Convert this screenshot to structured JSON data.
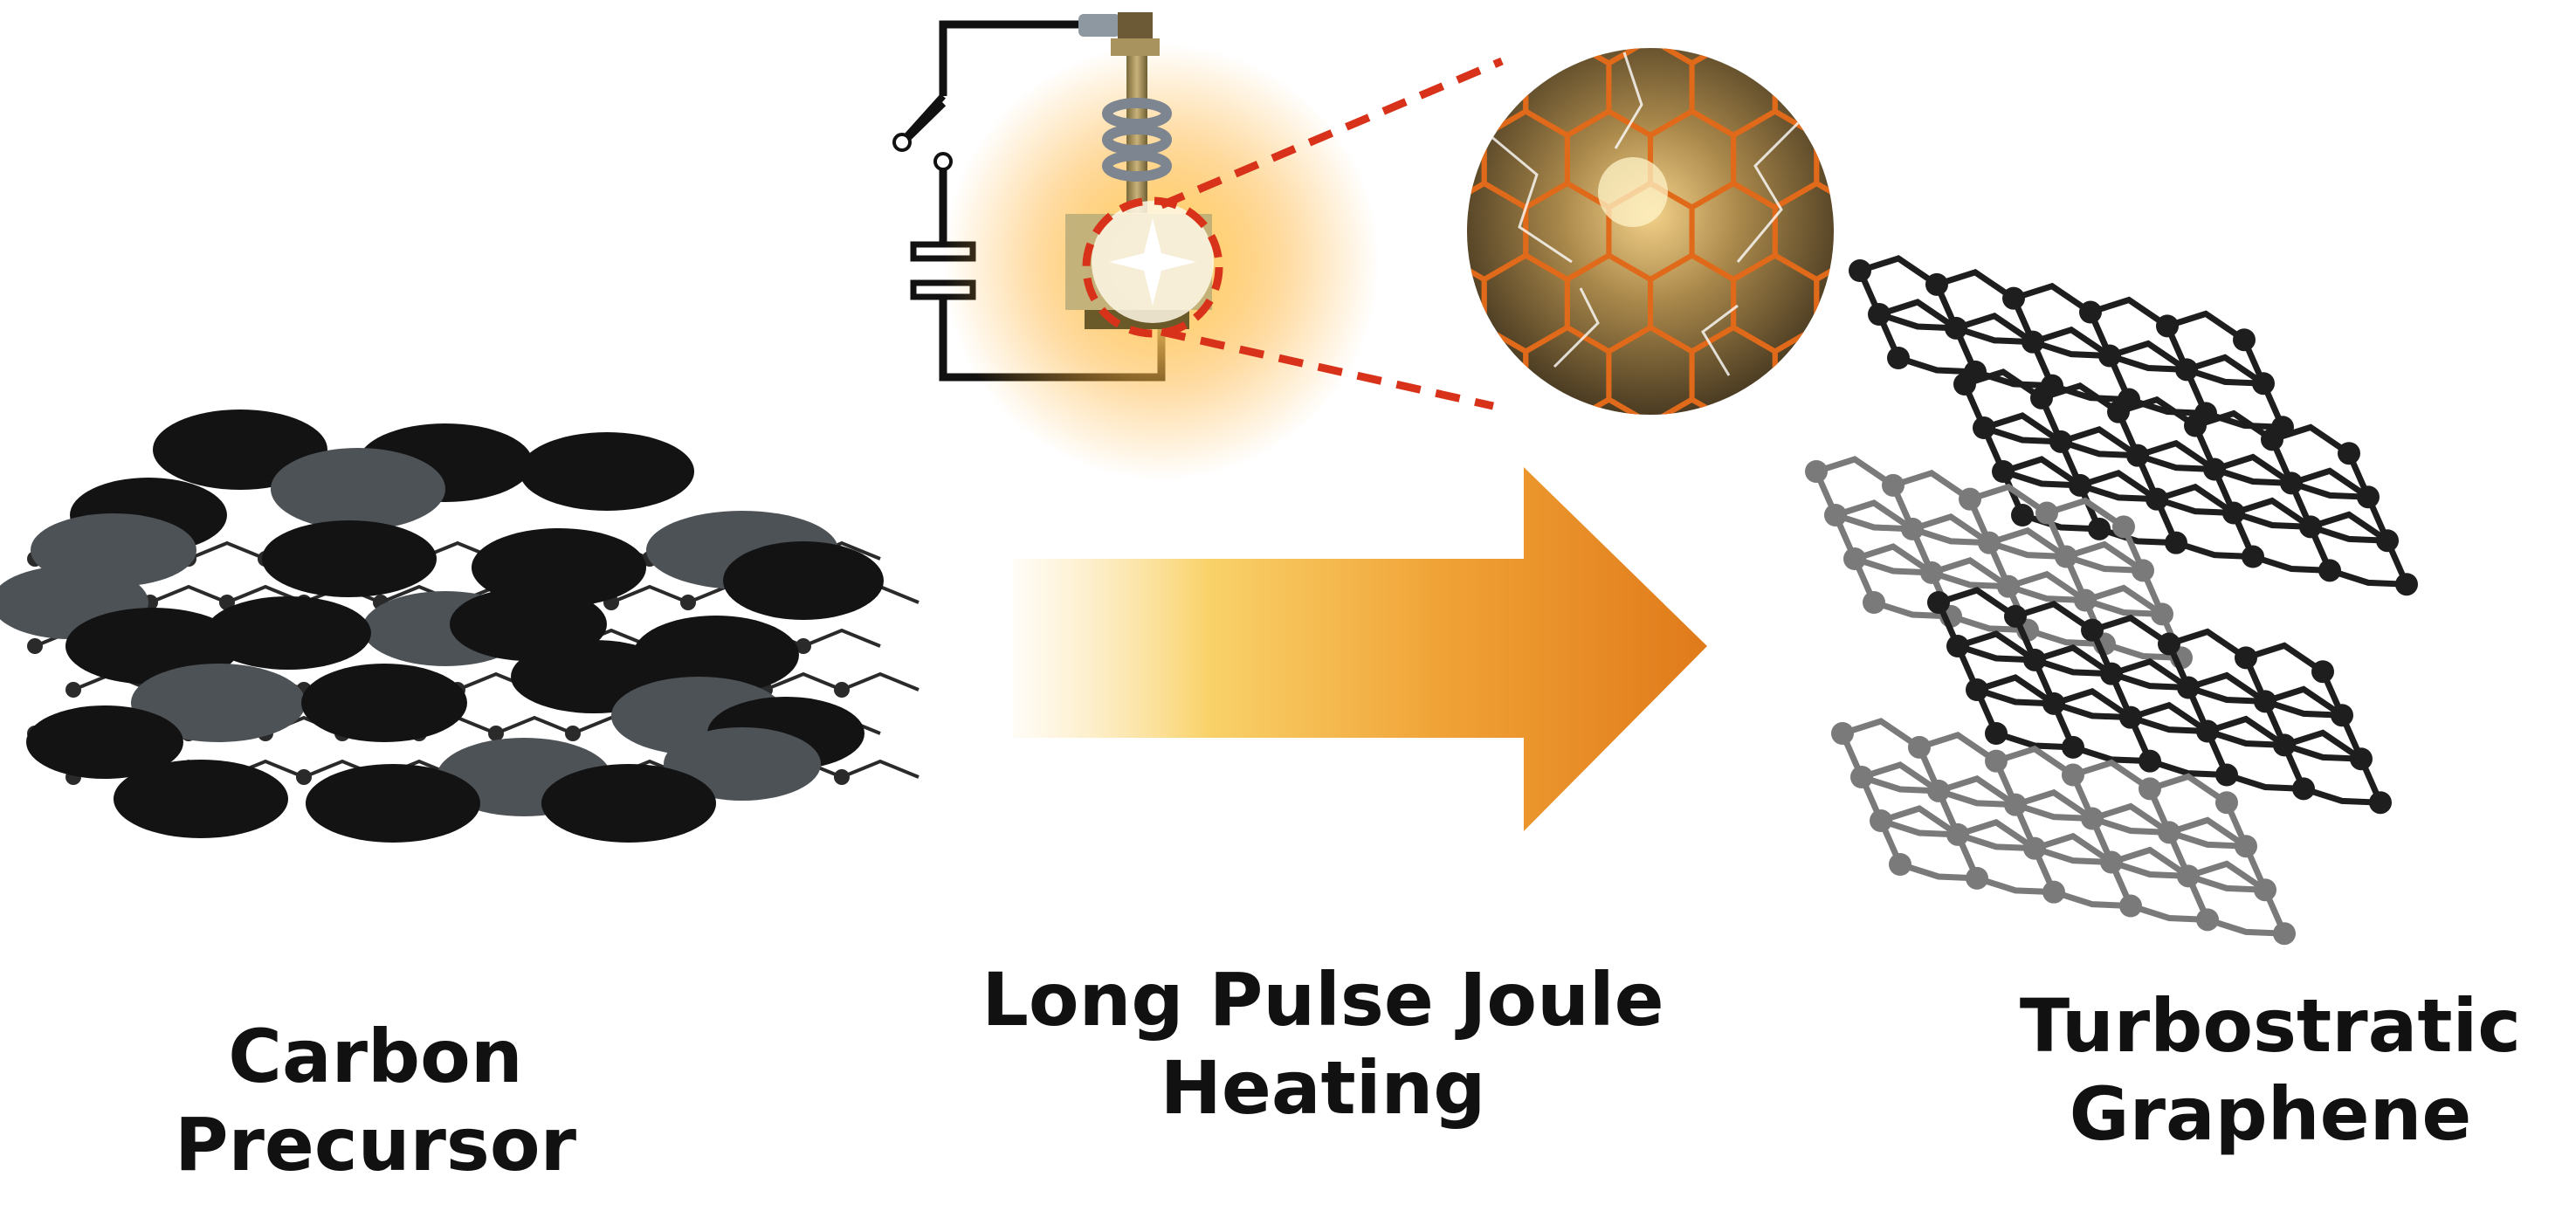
{
  "labels": {
    "precursor": "Carbon Precursor",
    "process_line1": "Long Pulse Joule",
    "process_line2": "Heating",
    "graphene_line1": "Turbostratic",
    "graphene_line2": "Graphene"
  },
  "colors": {
    "particle_dark": "#131313",
    "particle_gray": "#4d5257",
    "arrow_start": "#fff6d4",
    "arrow_mid": "#f7c64c",
    "arrow_end": "#e07a1a",
    "glow": "#ffb43c",
    "dashed_red": "#d8331a",
    "graphene_dark": "#1e1e1e",
    "graphene_gray": "#7a7a7a"
  },
  "icons": [
    "circuit-switch-icon",
    "capacitor-icon",
    "electrode-icon",
    "spark-icon",
    "magnified-lattice-icon"
  ]
}
